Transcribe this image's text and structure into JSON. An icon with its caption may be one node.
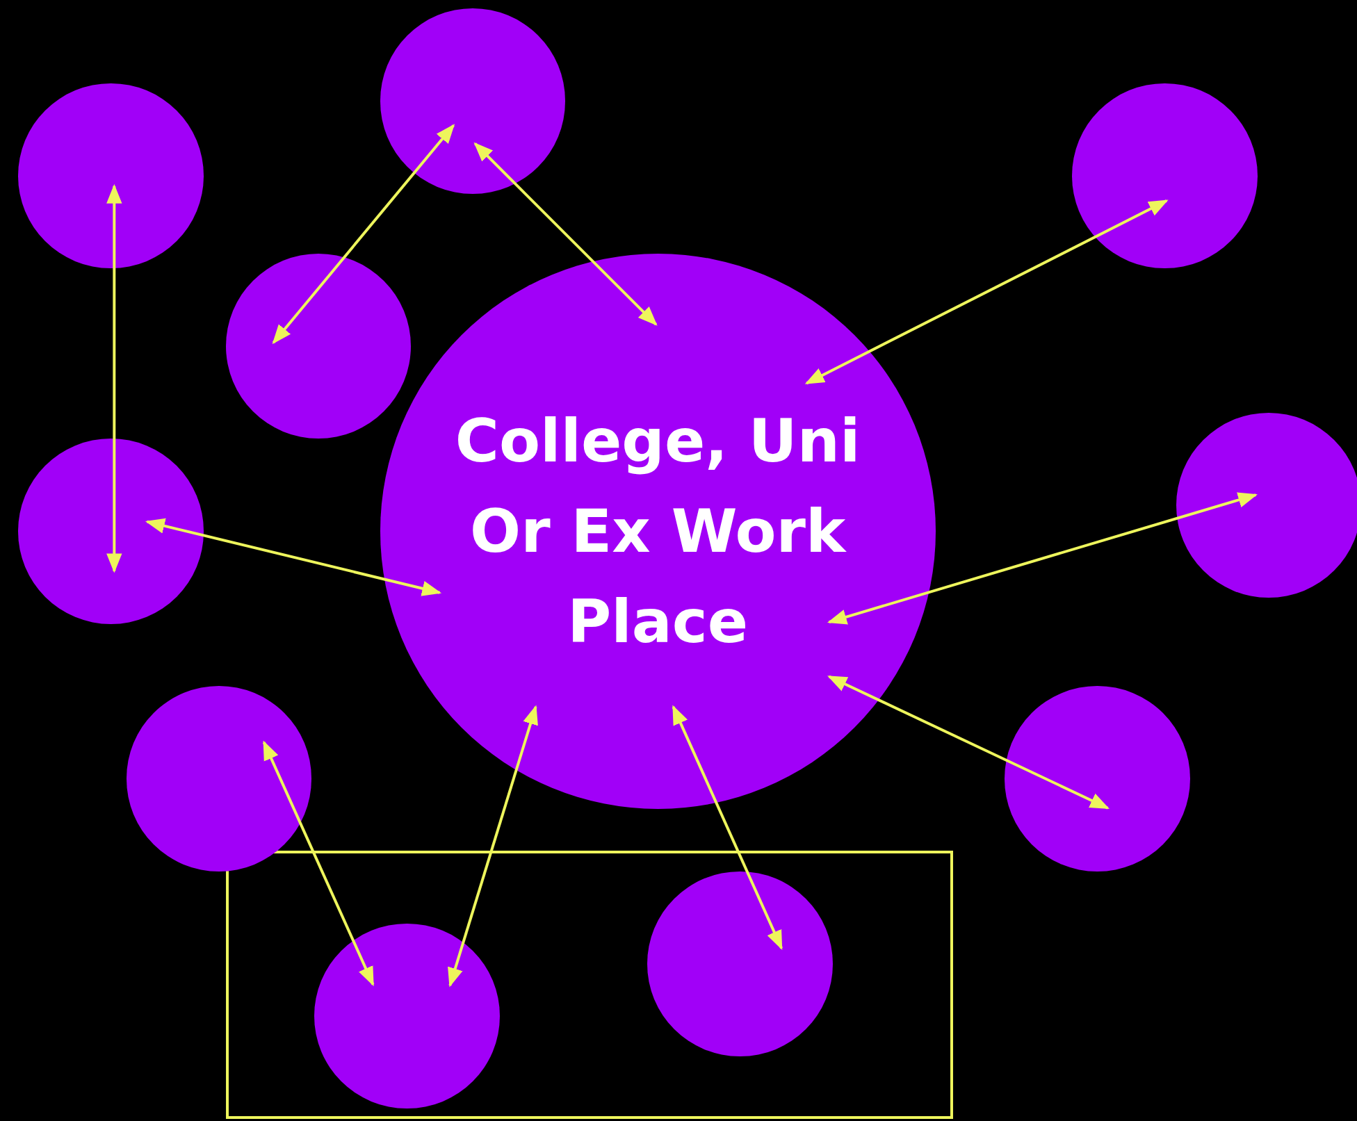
{
  "diagram": {
    "nodes": [
      {
        "text": [],
        "shape": "circle"
      },
      {
        "text": [],
        "shape": "circle"
      },
      {
        "text": [],
        "shape": "circle"
      },
      {
        "text": [],
        "shape": "circle"
      },
      {
        "text": [
          "College, Uni Or Ex Work Place"
        ]
      },
      {
        "text": [],
        "shape": "circle"
      },
      {
        "text": [],
        "shape": "circle"
      },
      {
        "text": [],
        "shape": "circle"
      },
      {
        "text": [],
        "shape": "circle"
      },
      {
        "text": [],
        "shape": "box"
      },
      {
        "text": [],
        "shape": "circle",
        "in": 9
      },
      {
        "text": [],
        "shape": "circle",
        "in": 9
      }
    ],
    "edges": [
      {
        "from": 1,
        "to": 6,
        "arrow": "both"
      },
      {
        "from": 3,
        "to": 0,
        "arrow": "both"
      },
      {
        "from": 0,
        "to": 4,
        "arrow": "both"
      },
      {
        "from": 4,
        "to": 2,
        "arrow": "both"
      },
      {
        "from": 6,
        "to": 4,
        "arrow": "both"
      },
      {
        "from": 4,
        "to": 5,
        "arrow": "both"
      },
      {
        "from": 4,
        "to": 8,
        "arrow": "both"
      },
      {
        "from": 7,
        "to": 10,
        "arrow": "both"
      },
      {
        "from": 4,
        "to": 10,
        "arrow": "both"
      },
      {
        "from": 4,
        "to": 11,
        "arrow": "both"
      }
    ]
  }
}
